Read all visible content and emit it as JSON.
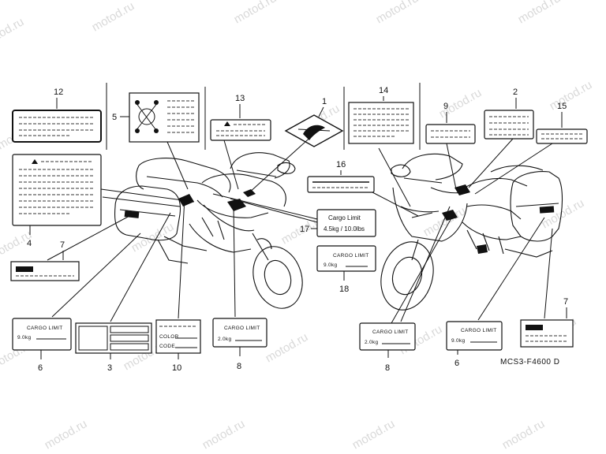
{
  "diagram": {
    "drawing_code": "MCS3-F4600 D",
    "watermark": "motod.ru",
    "callouts": [
      "1",
      "2",
      "3",
      "4",
      "5",
      "6",
      "7",
      "8",
      "9",
      "10",
      "12",
      "13",
      "14",
      "15",
      "16",
      "17",
      "18"
    ],
    "labels": {
      "cargo_limit": "CARGO LIMIT",
      "cargo_limit_17": "Cargo Limit",
      "val_17": "4.5kg / 10.0lbs",
      "val_18": "9.0kg",
      "val_6_left": "9.0kg",
      "val_6_right": "9.0kg",
      "val_8_left": "2.0kg",
      "val_8_right": "2.0kg",
      "color": "COLOR",
      "code": "CODE"
    }
  }
}
